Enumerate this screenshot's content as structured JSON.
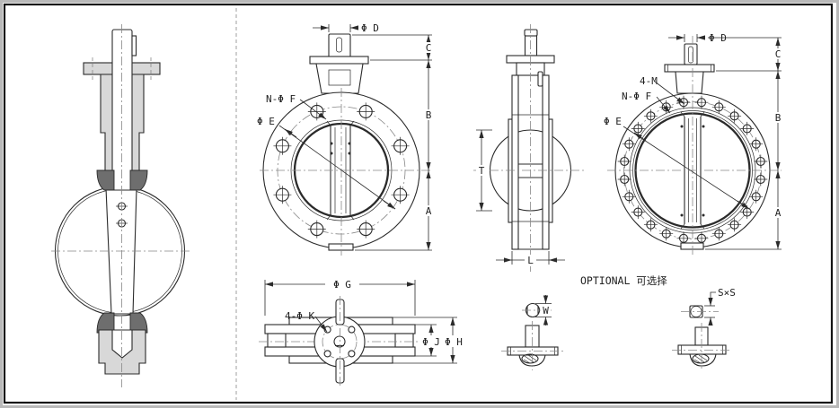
{
  "drawing_title": "Butterfly valve dimensional drawing",
  "labels": {
    "phi_d": "Φ D",
    "c": "C",
    "b": "B",
    "a": "A",
    "n_phi_f": "N-Φ F",
    "phi_e": "Φ E",
    "four_m": "4-M",
    "t": "T",
    "l": "L",
    "phi_g": "Φ G",
    "four_phi_k": "4-Φ K",
    "phi_j": "Φ J",
    "phi_h": "Φ H",
    "optional": "OPTIONAL 可选择",
    "w": "W",
    "sxs": "S×S"
  },
  "views": {
    "front_small_flange": {
      "holes": 8,
      "start_deg": 22.5,
      "circle_r": 71,
      "hole_r": 7
    },
    "front_large_flange": {
      "holes": 24,
      "start_deg": 7.5,
      "circle_r": 76.5,
      "hole_r": 4.5
    }
  },
  "colors": {
    "line": "#2b2b2b",
    "centerline": "#888888",
    "section_light": "#d8d8d8",
    "section_dark": "#6e6e6e",
    "border": "#141414",
    "frame": "#b9b9b9",
    "background": "#ffffff"
  }
}
